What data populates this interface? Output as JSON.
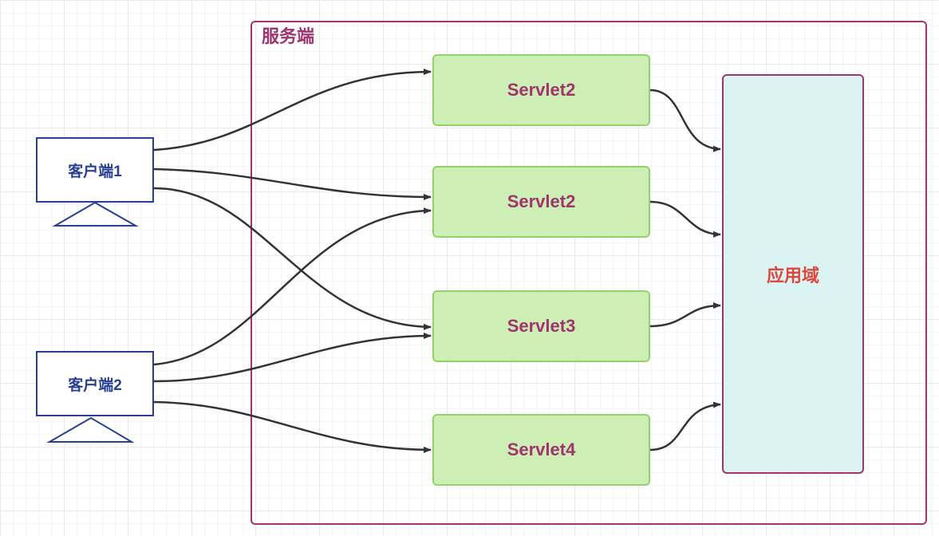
{
  "server": {
    "title": "服务端"
  },
  "servlets": [
    "Servlet2",
    "Servlet2",
    "Servlet3",
    "Servlet4"
  ],
  "domain": {
    "label": "应用域"
  },
  "clients": [
    "客户端1",
    "客户端2"
  ],
  "colors": {
    "server_border": "#a0346c",
    "servlet_fill": "#cdeeb5",
    "servlet_border": "#8fd36a",
    "domain_fill": "#dcf3f4",
    "domain_text": "#e0473c",
    "client_border": "#283f93",
    "arrow": "#333333"
  }
}
